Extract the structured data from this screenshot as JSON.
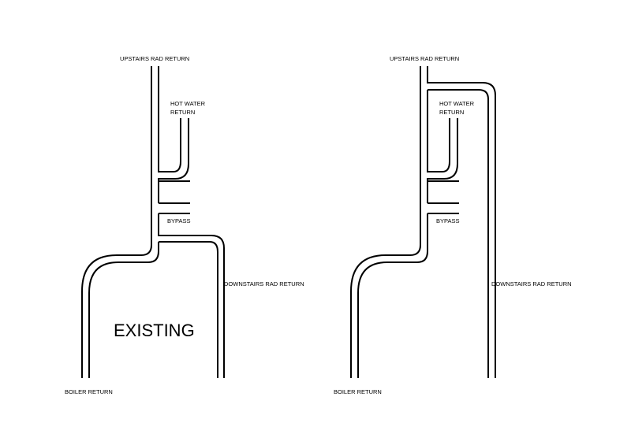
{
  "existing": {
    "upstairs_label": "UPSTAIRS RAD RETURN",
    "hot_water_line1": "HOT WATER",
    "hot_water_line2": "RETURN",
    "bypass_label": "BYPASS",
    "downstairs_label": "DOWNSTAIRS RAD RETURN",
    "boiler_label": "BOILER RETURN",
    "title": "EXISTING"
  },
  "proposed": {
    "upstairs_label": "UPSTAIRS RAD RETURN",
    "hot_water_line1": "HOT WATER",
    "hot_water_line2": "RETURN",
    "bypass_label": "BYPASS",
    "downstairs_label": "DOWNSTAIRS RAD RETURN",
    "boiler_label": "BOILER RETURN"
  }
}
